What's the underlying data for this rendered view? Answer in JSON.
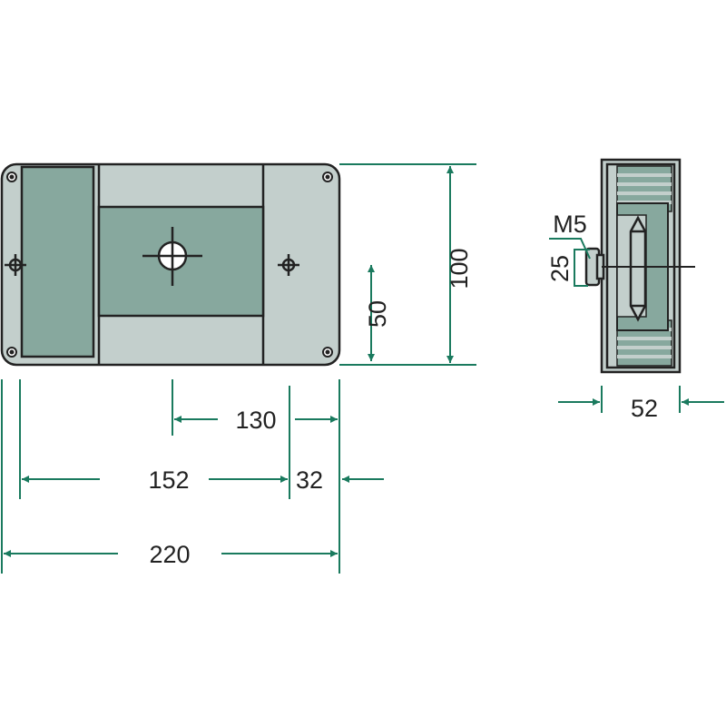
{
  "title": "Housing technical drawing (dimensions in mm)",
  "colors": {
    "light_fill": "#c3cfcc",
    "dark_fill": "#87a89e",
    "dimension_line": "#1a7a5e",
    "outline": "#222222"
  },
  "front_view": {
    "dimensions": {
      "height_total": "100",
      "hole_spacing_vertical": "50",
      "hole_offset": "130",
      "inner_width": "152",
      "edge_offset": "32",
      "width_total": "220"
    }
  },
  "side_view": {
    "thread_label": "M5",
    "stud_length": "25",
    "depth": "52"
  }
}
